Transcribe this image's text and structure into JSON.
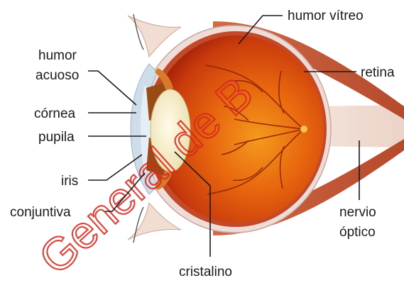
{
  "labels": {
    "humor_vitreo": "humor vítreo",
    "retina": "retina",
    "humor_acuoso_line1": "humor",
    "humor_acuoso_line2": "acuoso",
    "cornea": "córnea",
    "pupila": "pupila",
    "iris": "iris",
    "conjuntiva": "conjuntiva",
    "nervio_optico_line1": "nervio",
    "nervio_optico_line2": "óptico",
    "cristalino": "cristalino"
  },
  "watermark": {
    "text": "General de B",
    "color": "#d42a1f"
  },
  "colors": {
    "eyeball_inner": "#e8660e",
    "eyeball_dark": "#b8280a",
    "sclera": "#f0e0dc",
    "cornea": "#cfdcea",
    "lens": "#f5efd2",
    "muscle": "#c95a3a",
    "nerve": "#e8cfc4"
  }
}
